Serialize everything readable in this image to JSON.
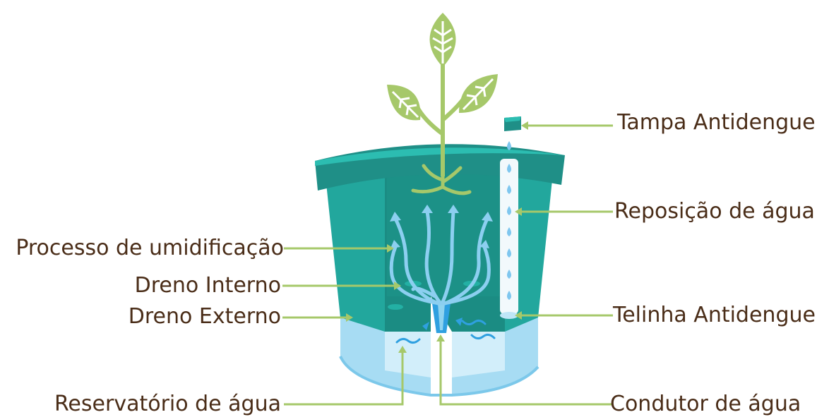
{
  "colors": {
    "leaf": "#a6c86a",
    "pot_dark": "#1f8f87",
    "pot_mid": "#22a79d",
    "pot_light": "#2cbdb1",
    "water": "#8fd3ef",
    "water_light": "#c9ecf8",
    "arrow_blue": "#7fc7ef",
    "label_text": "#4a2d18",
    "leader": "#a6c86a"
  },
  "labels": {
    "tampa": "Tampa Antidengue",
    "reposicao": "Reposição de água",
    "telinha": "Telinha Antidengue",
    "condutor": "Condutor de água",
    "processo": "Processo de umidificação",
    "dreno_interno": "Dreno Interno",
    "dreno_externo": "Dreno Externo",
    "reservatorio": "Reservatório de água"
  }
}
